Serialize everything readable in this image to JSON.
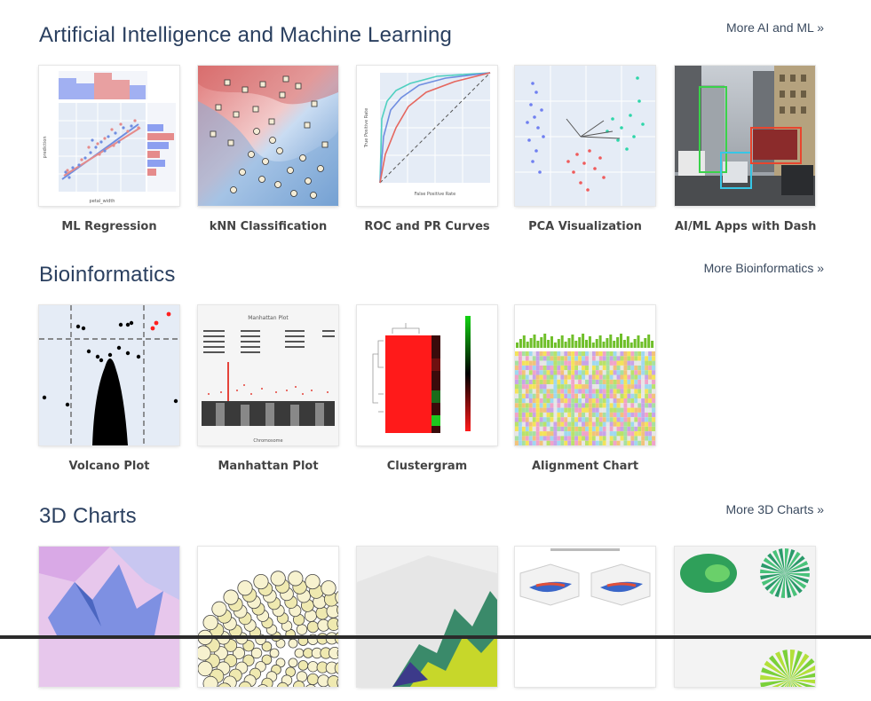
{
  "sections": [
    {
      "title": "Artificial Intelligence and Machine Learning",
      "more": "More AI and ML »",
      "cards": [
        {
          "label": "ML Regression"
        },
        {
          "label": "kNN Classification"
        },
        {
          "label": "ROC and PR Curves"
        },
        {
          "label": "PCA Visualization"
        },
        {
          "label": "AI/ML Apps with Dash"
        }
      ]
    },
    {
      "title": "Bioinformatics",
      "more": "More Bioinformatics »",
      "cards": [
        {
          "label": "Volcano Plot"
        },
        {
          "label": "Manhattan Plot"
        },
        {
          "label": "Clustergram"
        },
        {
          "label": "Alignment Chart"
        }
      ]
    },
    {
      "title": "3D Charts",
      "more": "More 3D Charts »",
      "cards": [
        {
          "label": ""
        },
        {
          "label": ""
        },
        {
          "label": ""
        },
        {
          "label": ""
        },
        {
          "label": ""
        }
      ]
    }
  ],
  "thumb_text": {
    "roc_xlabel": "False Positive Rate",
    "roc_ylabel": "True Positive Rate",
    "ml_xlabel": "petal_width",
    "ml_ylabel": "prediction",
    "manhattan_title": "Manhattan Plot",
    "manhattan_xlabel": "Chromosome"
  }
}
